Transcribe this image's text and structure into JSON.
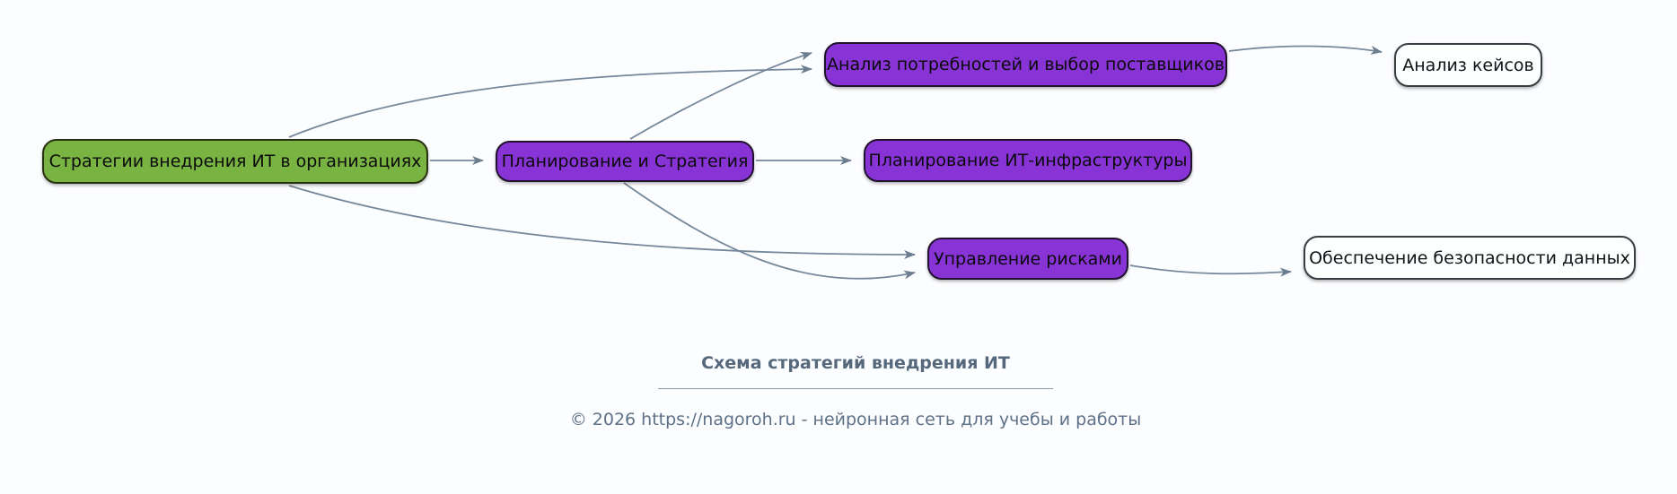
{
  "diagram": {
    "nodes": {
      "root": {
        "label": "Стратегии внедрения ИТ в организациях",
        "kind": "root"
      },
      "planning": {
        "label": "Планирование и Стратегия",
        "kind": "branch"
      },
      "analysis": {
        "label": "Анализ потребностей и выбор поставщиков",
        "kind": "branch"
      },
      "infra": {
        "label": "Планирование ИТ-инфраструктуры",
        "kind": "branch"
      },
      "risk": {
        "label": "Управление рисками",
        "kind": "branch"
      },
      "cases": {
        "label": "Анализ кейсов",
        "kind": "leaf"
      },
      "security": {
        "label": "Обеспечение безопасности данных",
        "kind": "leaf"
      }
    },
    "edges": [
      {
        "from": "root",
        "to": "analysis"
      },
      {
        "from": "root",
        "to": "planning"
      },
      {
        "from": "root",
        "to": "risk"
      },
      {
        "from": "planning",
        "to": "analysis"
      },
      {
        "from": "planning",
        "to": "infra"
      },
      {
        "from": "planning",
        "to": "risk"
      },
      {
        "from": "analysis",
        "to": "cases"
      },
      {
        "from": "risk",
        "to": "security"
      }
    ]
  },
  "caption": {
    "title": "Схема стратегий внедрения ИТ"
  },
  "footer": {
    "text": "© 2026 https://nagoroh.ru - нейронная сеть для учебы и работы"
  },
  "colors": {
    "bg": "#fcfdfe",
    "root_fill": "#79b342",
    "branch_fill": "#8833d6",
    "leaf_fill": "#fdfefe",
    "edge": "#75879a",
    "caption": "#55687c",
    "footer": "#5d7187"
  }
}
